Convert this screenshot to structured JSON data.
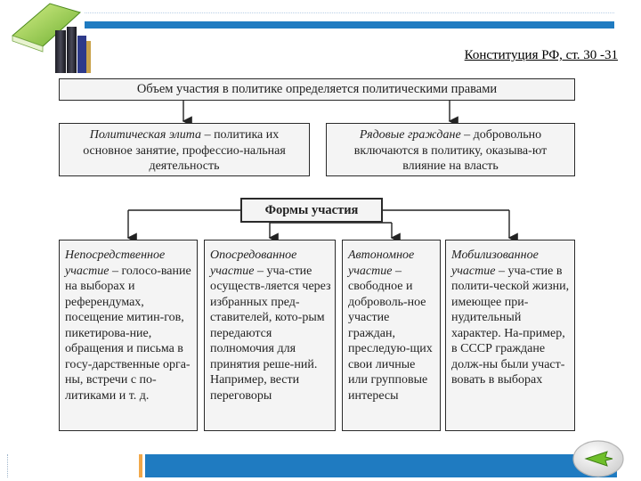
{
  "header": {
    "constitution_link": "Конституция РФ, ст. 30 -31"
  },
  "colors": {
    "accent_blue": "#1f7bc1",
    "accent_orange": "#f1a84a",
    "box_fill": "#f4f4f4"
  },
  "diagram": {
    "top": "Объем участия в политике определяется политическими правами",
    "elite": {
      "term": "Политическая элита",
      "text": " – политика их основное занятие, профессио-нальная деятельность"
    },
    "citizens": {
      "term": "Рядовые граждане",
      "text": " – добровольно включаются в политику, оказыва-ют влияние на власть"
    },
    "forms": "Формы участия",
    "columns": [
      {
        "term": "Непосредственное участие",
        "text": " – голосо-вание на выборах и референдумах, посещение митин-гов, пикетирова-ние, обращения и письма в госу-дарственные орга-ны, встречи с по-литиками и т. д."
      },
      {
        "term": "Опосредованное участие",
        "text": " – уча-стие осуществ-ляется через избранных пред-ставителей, кото-рым передаются полномочия для принятия реше-ний. Например, вести переговоры"
      },
      {
        "term": "Автономное участие",
        "text": " – свободное и доброволь-ное участие граждан, преследую-щих свои личные или групповые интересы"
      },
      {
        "term": "Мобилизованное участие",
        "text": " – уча-стие в полити-ческой жизни, имеющее при-нудительный характер. На-пример, в СССР граждане долж-ны были участ-вовать в выборах"
      }
    ]
  },
  "icons": {
    "books": "books-icon",
    "nav": "next-arrow-icon"
  }
}
